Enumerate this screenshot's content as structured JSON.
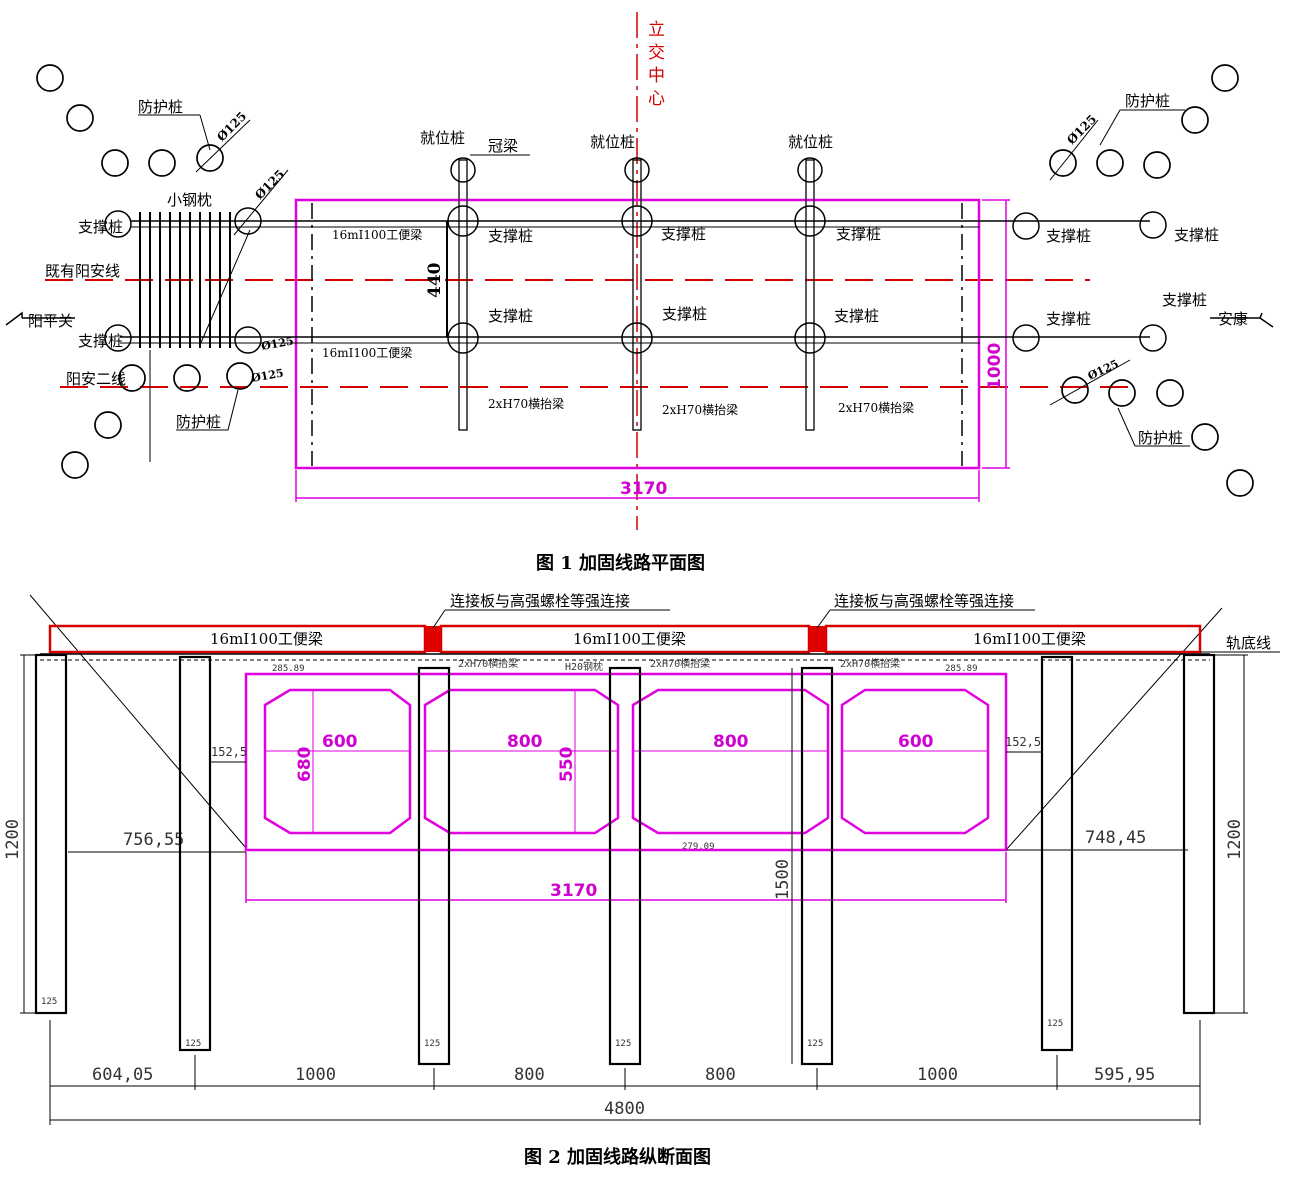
{
  "fig1": {
    "caption": "图 1  加固线路平面图",
    "center_label": [
      "立",
      "交",
      "中",
      "心"
    ],
    "lines": {
      "line1": "既有阳安线",
      "line2": "阳安二线"
    },
    "directions": {
      "left": "阳平关",
      "right": "安康"
    },
    "piles": {
      "guard": "防护桩",
      "support": "支撑桩",
      "position": "就位桩",
      "cap_beam": "冠梁",
      "small_sleeper": "小钢枕"
    },
    "diameter": "Ø125",
    "beams": {
      "main": "16mI100工便梁",
      "cross": "2xH70横抬梁"
    },
    "dims": {
      "width": "3170",
      "height": "1000",
      "track_spacing": "440"
    }
  },
  "fig2": {
    "caption": "图 2  加固线路纵断面图",
    "connection": "连接板与高强螺栓等强连接",
    "beam_label": "16mI100工便梁",
    "rail_bottom": "轨底线",
    "cross_beam": "2xH70横抬梁",
    "sleeper": "H20钢枕",
    "elevations": {
      "top": "285.89",
      "bottom": "279.09"
    },
    "cells": [
      "600",
      "800",
      "800",
      "600"
    ],
    "cell_dims": {
      "h1": "680",
      "h2": "550"
    },
    "offsets": {
      "left": "152,5",
      "right": "152,5"
    },
    "spans": [
      "604,05",
      "1000",
      "800",
      "800",
      "1000",
      "595,95"
    ],
    "total": "4800",
    "box_width": "3170",
    "side_dims": {
      "left": "756,55",
      "right": "748,45"
    },
    "heights": {
      "h1200": "1200",
      "h1500": "1500"
    },
    "pile_dia": "125"
  }
}
